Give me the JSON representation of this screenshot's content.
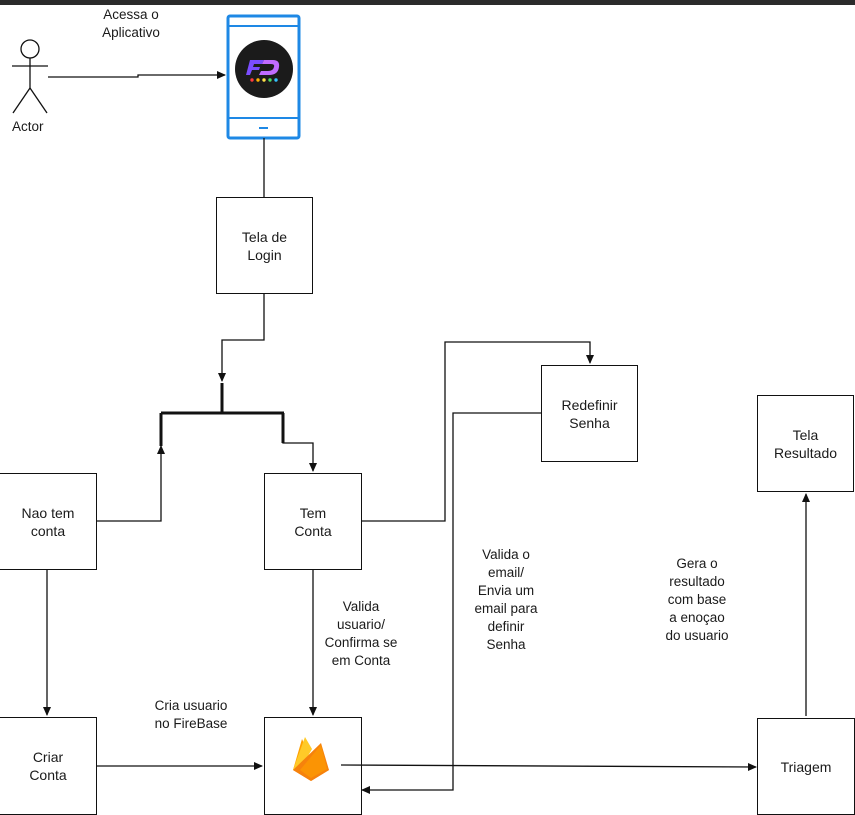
{
  "actor": {
    "label": "Actor"
  },
  "labels": {
    "access_app": "Acessa o\nAplicativo",
    "validate_user": "Valida\nusuario/\nConfirma se\nem Conta",
    "create_user": "Cria usuario\nno FireBase",
    "validate_email": "Valida o\nemail/\nEnvia um\nemail para\ndefinir\nSenha",
    "generate_result": "Gera o\nresultado\ncom base\na enoçao\ndo usuario"
  },
  "boxes": {
    "login": "Tela de\nLogin",
    "reset_password": "Redefinir\nSenha",
    "result_screen": "Tela\nResultado",
    "no_account": "Nao tem\nconta",
    "has_account": "Tem\nConta",
    "create_account": "Criar\nConta",
    "triage": "Triagem"
  },
  "icons": {
    "phone": "mobile-phone-icon",
    "app_logo": "app-logo-icon",
    "firebase": "firebase-icon"
  },
  "colors": {
    "phone_frame": "#1E88E5",
    "logo_bg": "#1b1b1b",
    "logo_accent": "#7b4dff",
    "firebase_orange": "#F6820C",
    "firebase_yellow": "#FFCA28"
  }
}
